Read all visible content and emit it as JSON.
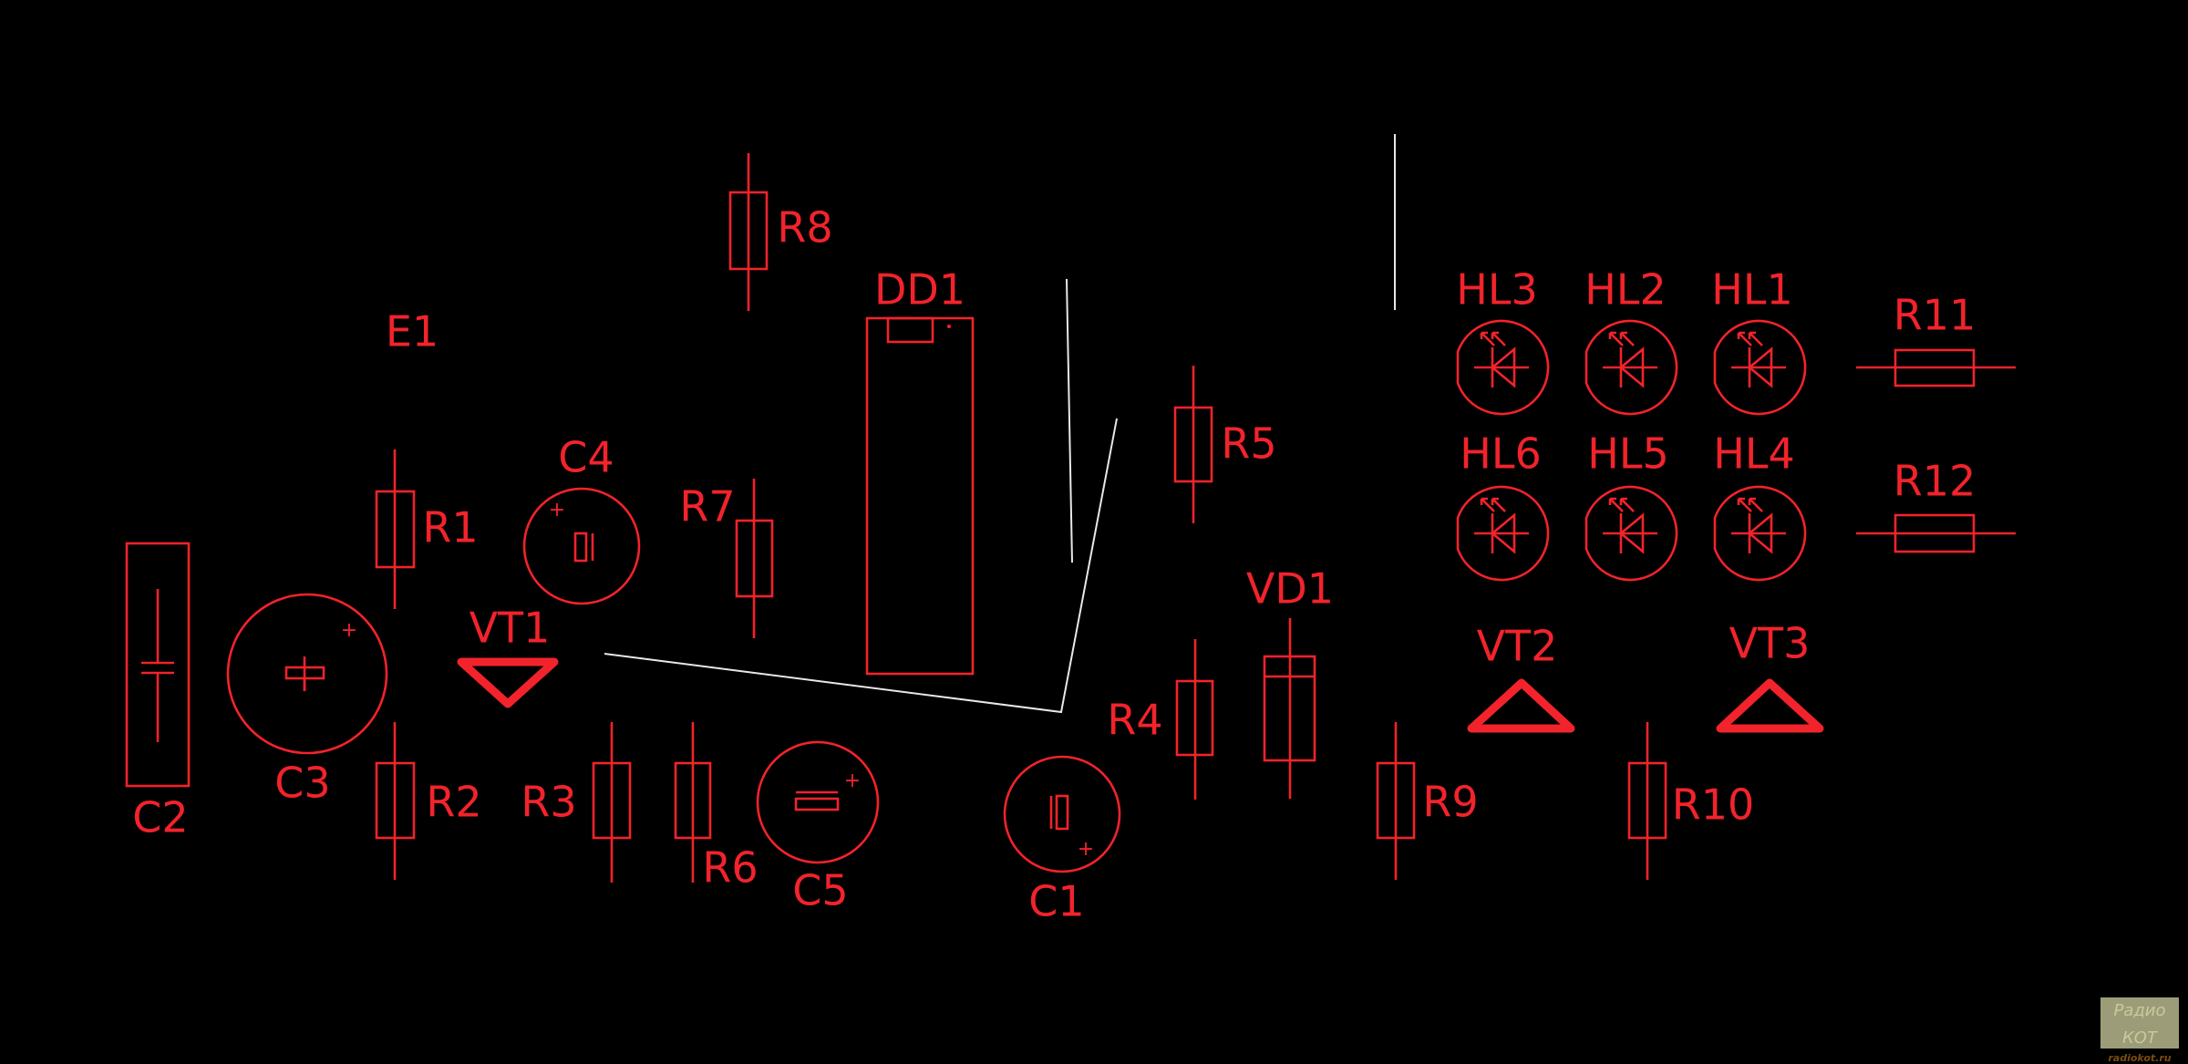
{
  "colors": {
    "background": "#000000",
    "silkscreen": "#f2232b",
    "wire": "#e8e8e8"
  },
  "components": {
    "E1": "E1",
    "R1": "R1",
    "R2": "R2",
    "R3": "R3",
    "R4": "R4",
    "R5": "R5",
    "R6": "R6",
    "R7": "R7",
    "R8": "R8",
    "R9": "R9",
    "R10": "R10",
    "R11": "R11",
    "R12": "R12",
    "C1": "C1",
    "C2": "C2",
    "C3": "C3",
    "C4": "C4",
    "C5": "C5",
    "DD1": "DD1",
    "VD1": "VD1",
    "VT1": "VT1",
    "VT2": "VT2",
    "VT3": "VT3",
    "HL1": "HL1",
    "HL2": "HL2",
    "HL3": "HL3",
    "HL4": "HL4",
    "HL5": "HL5",
    "HL6": "HL6"
  },
  "polarity_mark": "+",
  "watermark": {
    "title": "Радио КОТ",
    "url": "radiokot.ru"
  }
}
